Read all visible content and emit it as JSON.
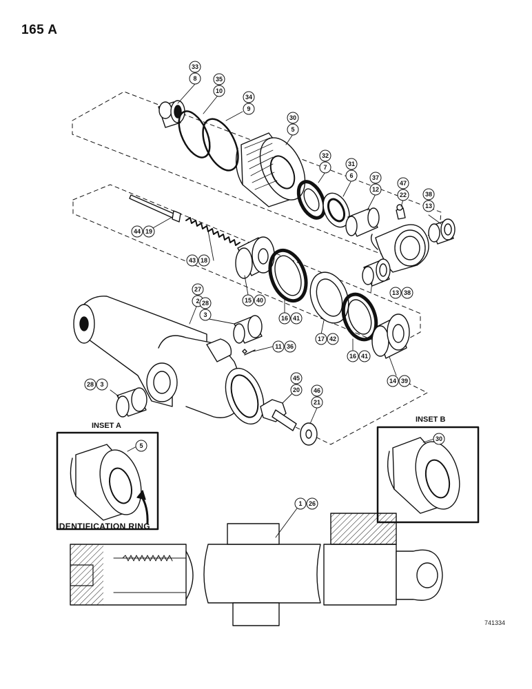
{
  "page_number": "165 A",
  "figure_number": "741334",
  "inset_a": {
    "title": "INSET A",
    "callout": "5",
    "label": "IDENTIFICATION RING"
  },
  "inset_b": {
    "title": "INSET B",
    "callout": "30"
  },
  "callouts": [
    {
      "id": "c-33",
      "top": "33",
      "bottom": "8"
    },
    {
      "id": "c-35",
      "top": "35",
      "bottom": "10"
    },
    {
      "id": "c-34",
      "top": "34",
      "bottom": "9"
    },
    {
      "id": "c-30",
      "top": "30",
      "bottom": "5"
    },
    {
      "id": "c-32",
      "top": "32",
      "bottom": "7"
    },
    {
      "id": "c-31",
      "top": "31",
      "bottom": "6"
    },
    {
      "id": "c-37",
      "top": "37",
      "bottom": "12"
    },
    {
      "id": "c-47",
      "top": "47",
      "bottom": "22"
    },
    {
      "id": "c-38",
      "top": "38",
      "bottom": "13"
    },
    {
      "id": "c-44",
      "left": "44",
      "right": "19"
    },
    {
      "id": "c-43",
      "left": "43",
      "right": "18"
    },
    {
      "id": "c-15",
      "left": "15",
      "right": "40"
    },
    {
      "id": "c-13",
      "left": "13",
      "right": "38"
    },
    {
      "id": "c-16a",
      "left": "16",
      "right": "41"
    },
    {
      "id": "c-17",
      "left": "17",
      "right": "42"
    },
    {
      "id": "c-16b",
      "left": "16",
      "right": "41"
    },
    {
      "id": "c-14",
      "left": "14",
      "right": "39"
    },
    {
      "id": "c-27",
      "top": "27",
      "bottom": "2"
    },
    {
      "id": "c-28a",
      "top": "28",
      "bottom": "3"
    },
    {
      "id": "c-11",
      "left": "11",
      "right": "36"
    },
    {
      "id": "c-28b",
      "left": "28",
      "right": "3"
    },
    {
      "id": "c-45",
      "top": "45",
      "bottom": "20"
    },
    {
      "id": "c-46",
      "top": "46",
      "bottom": "21"
    },
    {
      "id": "c-1",
      "left": "1",
      "right": "26"
    }
  ]
}
